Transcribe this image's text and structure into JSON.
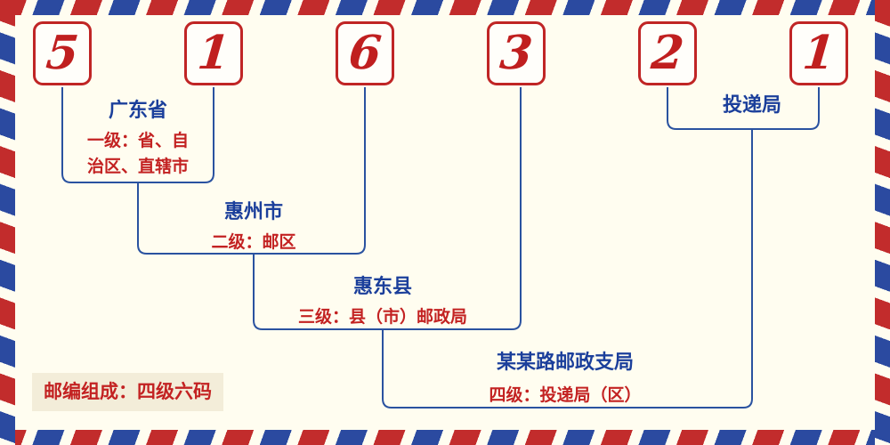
{
  "postal_code": {
    "digits": [
      "5",
      "1",
      "6",
      "3",
      "2",
      "1"
    ]
  },
  "groups": [
    {
      "name": "广东省",
      "desc_line1": "一级：省、自",
      "desc_line2": "治区、直辖市"
    },
    {
      "name": "惠州市",
      "desc": "二级：邮区"
    },
    {
      "name": "惠东县",
      "desc": "三级：县（市）邮政局"
    },
    {
      "name": "某某路邮政支局",
      "desc": "四级：投递局（区）"
    },
    {
      "name": "投递局"
    }
  ],
  "footer": {
    "label": "邮编组成：四级六码"
  },
  "colors": {
    "digit_red": "#c01f1f",
    "label_blue": "#1b3f9b",
    "desc_red": "#c32222",
    "line_blue": "#2a52a0",
    "border_red": "#c22c2c",
    "border_blue": "#2b4aa0"
  }
}
